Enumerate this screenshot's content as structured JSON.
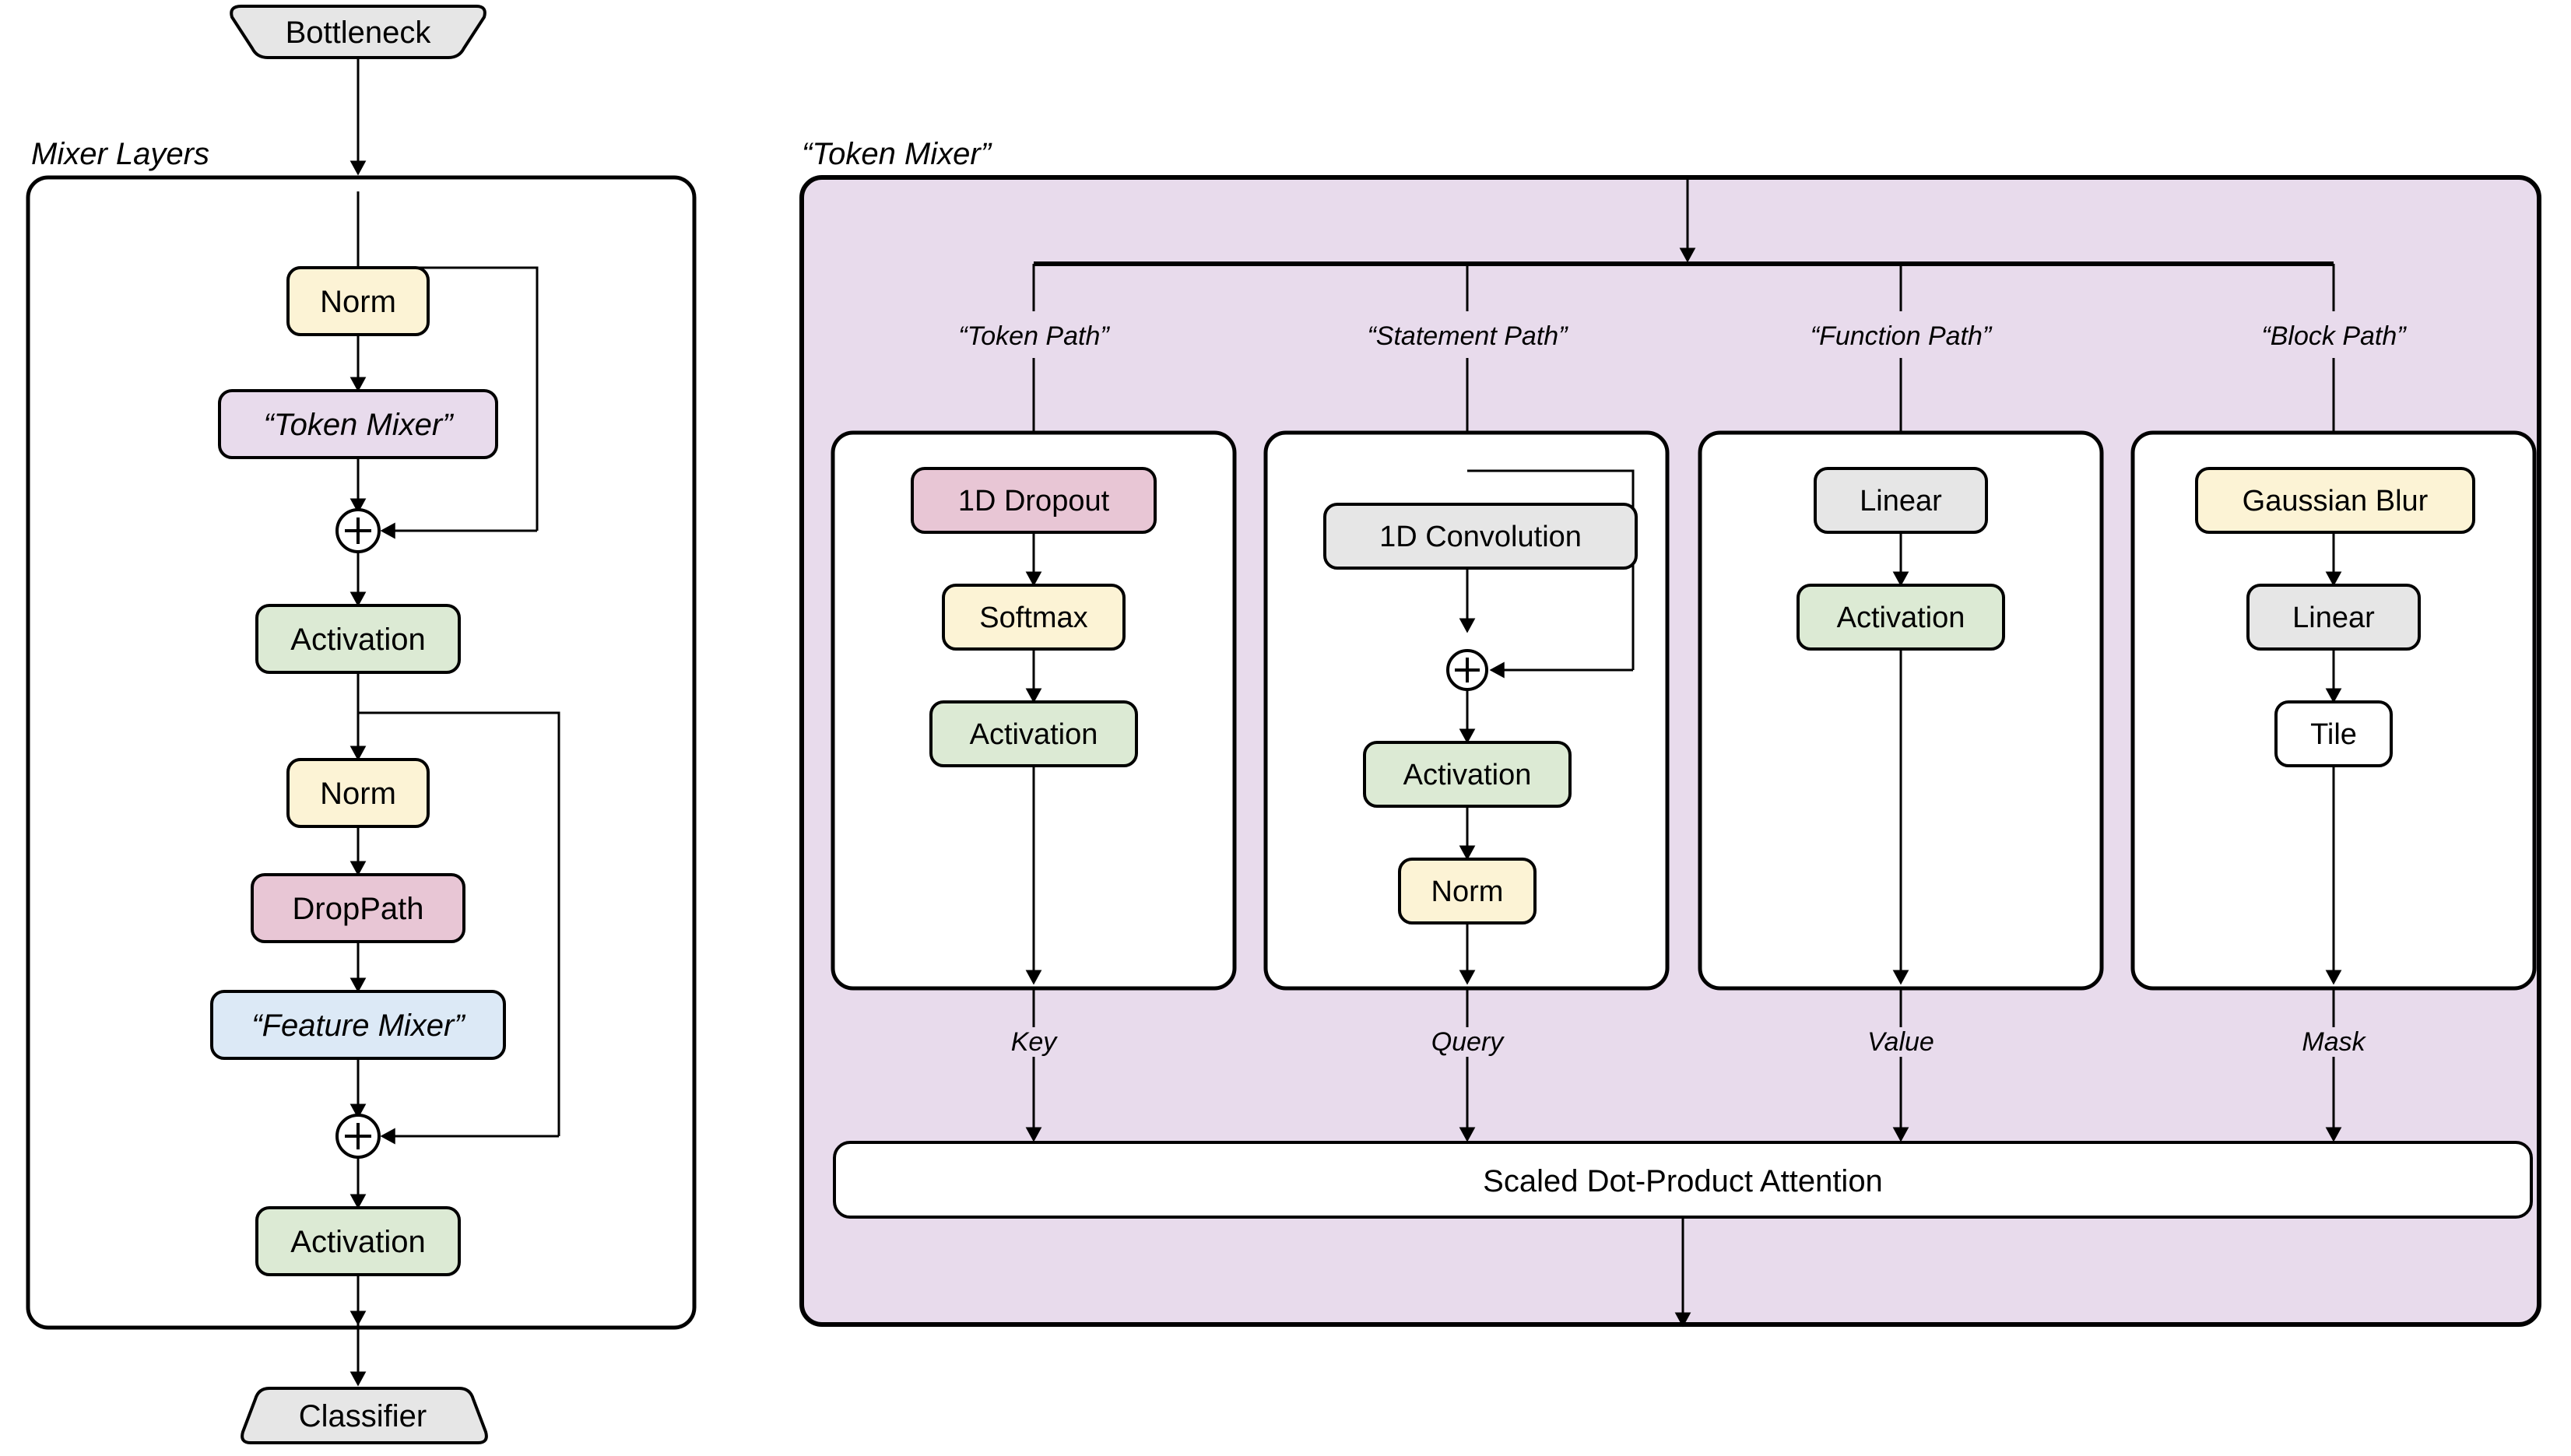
{
  "figure": {
    "title_left": "Mixer Layers",
    "title_right": "“Token Mixer”"
  },
  "colors": {
    "gray": "#e6e6e6",
    "yellow": "#fcf3d5",
    "green": "#dcead4",
    "pink": "#e8c6d5",
    "purple": "#e8dbec",
    "blue": "#dce9f6",
    "white": "#ffffff",
    "stroke": "#000000"
  },
  "left_column": {
    "group_label": "Mixer Layers",
    "input_node": {
      "label": "Bottleneck",
      "shape": "trapezoid-down",
      "color": "gray"
    },
    "output_node": {
      "label": "Classifier",
      "shape": "trapezoid-up",
      "color": "gray"
    },
    "nodes": [
      {
        "label": "Norm",
        "color": "yellow",
        "italic": false
      },
      {
        "label": "“Token Mixer”",
        "color": "purple",
        "italic": true
      },
      {
        "label": "+",
        "color": "white",
        "shape": "circle"
      },
      {
        "label": "Activation",
        "color": "green",
        "italic": false
      },
      {
        "label": "Norm",
        "color": "yellow",
        "italic": false
      },
      {
        "label": "DropPath",
        "color": "pink",
        "italic": false
      },
      {
        "label": "“Feature Mixer”",
        "color": "blue",
        "italic": true
      },
      {
        "label": "+",
        "color": "white",
        "shape": "circle"
      },
      {
        "label": "Activation",
        "color": "green",
        "italic": false
      }
    ]
  },
  "right_panel": {
    "group_label": "“Token Mixer”",
    "background_color": "purple",
    "paths": [
      {
        "path_label": "“Token Path”",
        "output_label": "Key",
        "has_residual": false,
        "nodes": [
          {
            "label": "1D Dropout",
            "color": "pink"
          },
          {
            "label": "Softmax",
            "color": "yellow"
          },
          {
            "label": "Activation",
            "color": "green"
          }
        ]
      },
      {
        "path_label": "“Statement Path”",
        "output_label": "Query",
        "has_residual": true,
        "nodes": [
          {
            "label": "1D Convolution",
            "color": "gray"
          },
          {
            "label": "+",
            "color": "white",
            "shape": "circle"
          },
          {
            "label": "Activation",
            "color": "green"
          },
          {
            "label": "Norm",
            "color": "yellow"
          }
        ]
      },
      {
        "path_label": "“Function Path”",
        "output_label": "Value",
        "has_residual": false,
        "nodes": [
          {
            "label": "Linear",
            "color": "gray"
          },
          {
            "label": "Activation",
            "color": "green"
          }
        ]
      },
      {
        "path_label": "“Block Path”",
        "output_label": "Mask",
        "has_residual": false,
        "nodes": [
          {
            "label": "Gaussian Blur",
            "color": "yellow"
          },
          {
            "label": "Linear",
            "color": "gray"
          },
          {
            "label": "Tile",
            "color": "white"
          }
        ]
      }
    ],
    "attention_node": {
      "label": "Scaled Dot-Product Attention",
      "color": "white"
    }
  }
}
